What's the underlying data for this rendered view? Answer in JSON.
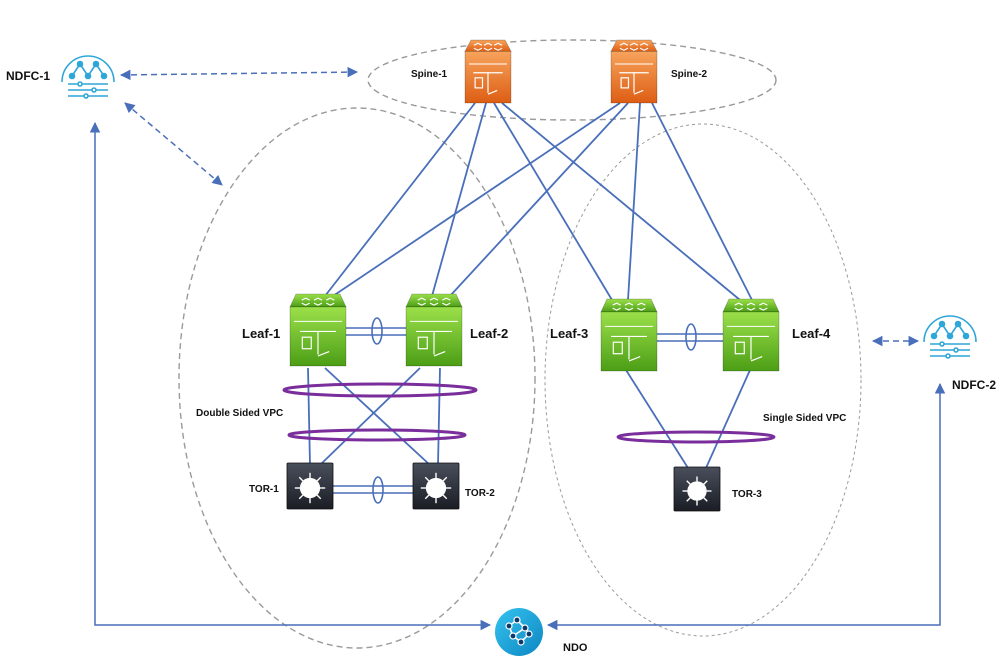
{
  "controllers": {
    "ndfc1": {
      "label": "NDFC-1",
      "icon": "ndfc-controller-icon"
    },
    "ndfc2": {
      "label": "NDFC-2",
      "icon": "ndfc-controller-icon"
    },
    "ndo": {
      "label": "NDO",
      "icon": "ndo-orchestrator-icon"
    }
  },
  "spines": [
    {
      "label": "Spine-1",
      "icon": "spine-switch-icon"
    },
    {
      "label": "Spine-2",
      "icon": "spine-switch-icon"
    }
  ],
  "leaves": [
    {
      "label": "Leaf-1",
      "icon": "leaf-switch-icon"
    },
    {
      "label": "Leaf-2",
      "icon": "leaf-switch-icon"
    },
    {
      "label": "Leaf-3",
      "icon": "leaf-switch-icon"
    },
    {
      "label": "Leaf-4",
      "icon": "leaf-switch-icon"
    }
  ],
  "tors": [
    {
      "label": "TOR-1",
      "icon": "tor-switch-icon"
    },
    {
      "label": "TOR-2",
      "icon": "tor-switch-icon"
    },
    {
      "label": "TOR-3",
      "icon": "tor-switch-icon"
    }
  ],
  "vpc_labels": {
    "double_sided": "Double Sided VPC",
    "single_sided": "Single Sided VPC"
  },
  "colors": {
    "link": "#4a6fba",
    "spine": "#e8762b",
    "leaf": "#6bbf2a",
    "tor": "#2b2f3a",
    "vpc_ring": "#7a2e9c",
    "ndo": "#1ba3d9",
    "ndfc": "#2fa6d8",
    "dashed_group": "#9a9a9a"
  }
}
